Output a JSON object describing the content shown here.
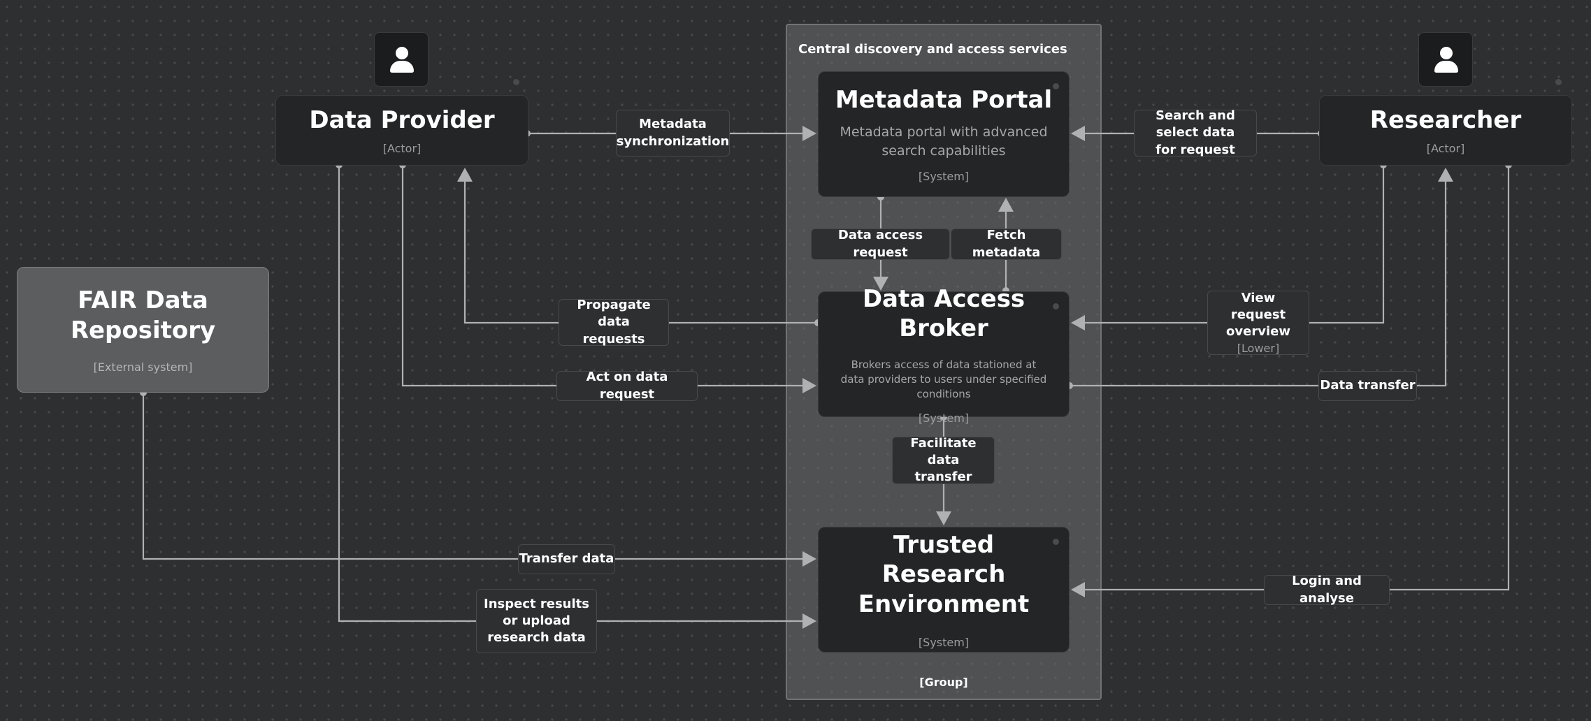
{
  "group": {
    "label": "Central discovery and access services",
    "type": "[Group]"
  },
  "nodes": {
    "data_provider": {
      "title": "Data Provider",
      "type": "[Actor]"
    },
    "researcher": {
      "title": "Researcher",
      "type": "[Actor]"
    },
    "fair_repo": {
      "title": "FAIR Data Repository",
      "type": "[External system]"
    },
    "metadata_portal": {
      "title": "Metadata Portal",
      "desc": "Metadata portal with advanced search capabilities",
      "type": "[System]"
    },
    "broker": {
      "title": "Data Access Broker",
      "desc": "Brokers access of data stationed at data providers to users under specified conditions",
      "type": "[System]"
    },
    "tre": {
      "title": "Trusted Research Environment",
      "type": "[System]"
    }
  },
  "edges": {
    "metadata_sync": "Metadata synchronization",
    "search_select": "Search and select data for request",
    "data_access_request": "Data access request",
    "fetch_metadata": "Fetch metadata",
    "propagate": "Propagate data requests",
    "view_overview": "View request overview",
    "view_overview_tech": "[Lower]",
    "act_on": "Act on data request",
    "data_transfer": "Data transfer",
    "facilitate": "Facilitate data transfer",
    "transfer_data": "Transfer data",
    "login_analyse": "Login and analyse",
    "inspect": "Inspect results or upload research data"
  },
  "colors": {
    "background": "#2e2f31",
    "node": "#242526",
    "external": "#5b5d5f",
    "group": "#6e6e70",
    "line": "#b0b1b3"
  }
}
